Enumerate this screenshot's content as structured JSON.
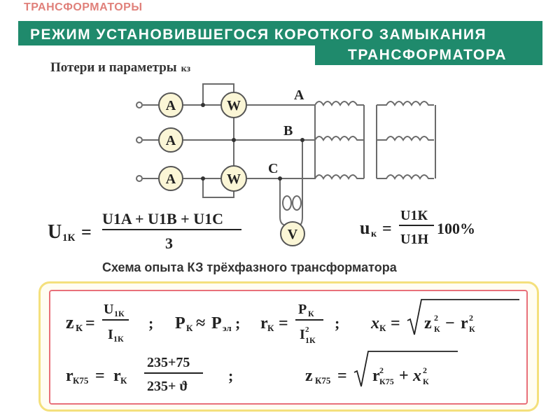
{
  "header": {
    "category": "ТРАНСФОРМАТОРЫ",
    "title_line1": "РЕЖИМ  УСТАНОВИВШЕГОСЯ  КОРОТКОГО  ЗАМЫКАНИЯ",
    "title_line2": "ТРАНСФОРМАТОРА",
    "banner_color": "#1f8a6c"
  },
  "subtitle": {
    "main": "Потери и параметры",
    "suffix": "кз"
  },
  "diagram": {
    "meters": {
      "ammeter": "A",
      "wattmeter": "W",
      "voltmeter": "V"
    },
    "phases": [
      "A",
      "B",
      "C"
    ],
    "wire_color": "#6b6b6b",
    "meter_fill": "#fbf6d6"
  },
  "formulas": {
    "u1k_lhs": "U",
    "u1k_lhs_sub": "1К",
    "u1k_eq": "=",
    "u1k_numerator": "U1A + U1B + U1C",
    "u1k_denominator": "3",
    "uk_lhs": "u",
    "uk_lhs_sub": "к",
    "uk_numerator": "U1К",
    "uk_denominator": "U1Н",
    "uk_percent": "100%"
  },
  "caption": "Схема опыта КЗ  трёхфазного трансформатора",
  "box": {
    "outer_border": "#f4e07c",
    "inner_border": "#e8707a",
    "zk": "zк = U1К / I1К",
    "pk": "Pк ≈ Pэл",
    "rk": "rк = Pк / I²1К",
    "xk": "xк = √(z²к − r²к)",
    "rk75": "rк75 = rк (235+75)/(235+ϑ)",
    "zk75": "zк75 = √(r²к75 + x²к)",
    "separator": ";"
  }
}
